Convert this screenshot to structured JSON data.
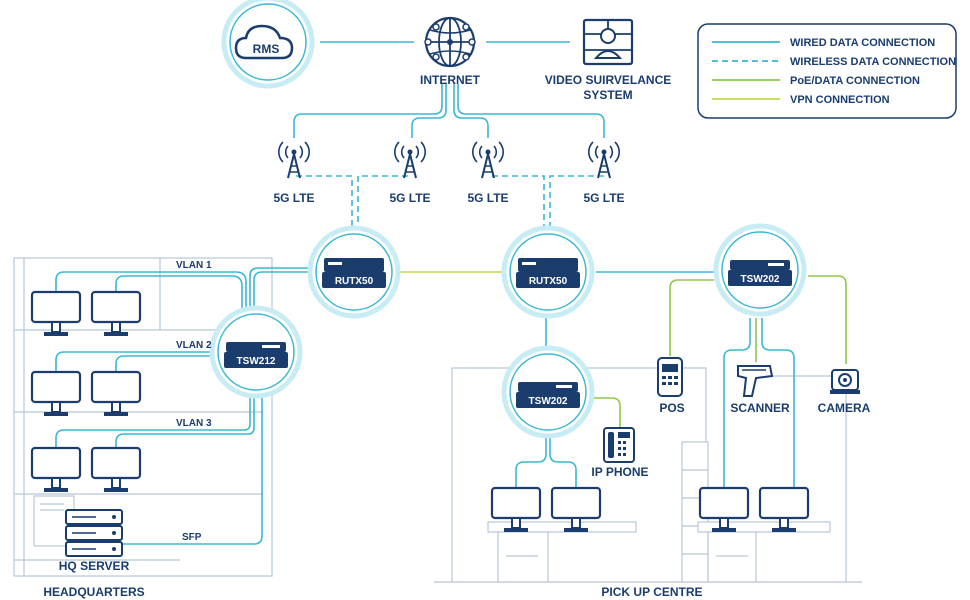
{
  "legend": {
    "items": [
      {
        "label": "WIRED DATA CONNECTION",
        "style": "solid",
        "color": "#3ab8d4"
      },
      {
        "label": "WIRELESS DATA CONNECTION",
        "style": "dashed",
        "color": "#3ab8d4"
      },
      {
        "label": "PoE/DATA CONNECTION",
        "style": "solid",
        "color": "#8cc84b"
      },
      {
        "label": "VPN CONNECTION",
        "style": "solid",
        "color": "#c5d94a"
      }
    ]
  },
  "nodes": {
    "rms": "RMS",
    "internet": "INTERNET",
    "video_line1": "VIDEO SUIRVELANCE",
    "video_line2": "SYSTEM",
    "tower": "5G LTE",
    "rutx50": "RUTX50",
    "tsw212": "TSW212",
    "tsw202": "TSW202",
    "pos": "POS",
    "scanner": "SCANNER",
    "camera": "CAMERA",
    "ip_phone": "IP PHONE",
    "hq_server": "HQ SERVER"
  },
  "links": {
    "vlan1": "VLAN 1",
    "vlan2": "VLAN 2",
    "vlan3": "VLAN 3",
    "sfp": "SFP"
  },
  "zones": {
    "headquarters": "HEADQUARTERS",
    "pickup": "PICK UP CENTRE"
  },
  "colors": {
    "wired": "#3ab8d4",
    "poe": "#8cc84b",
    "vpn": "#c5d94a",
    "navy": "#1a3d6e"
  }
}
